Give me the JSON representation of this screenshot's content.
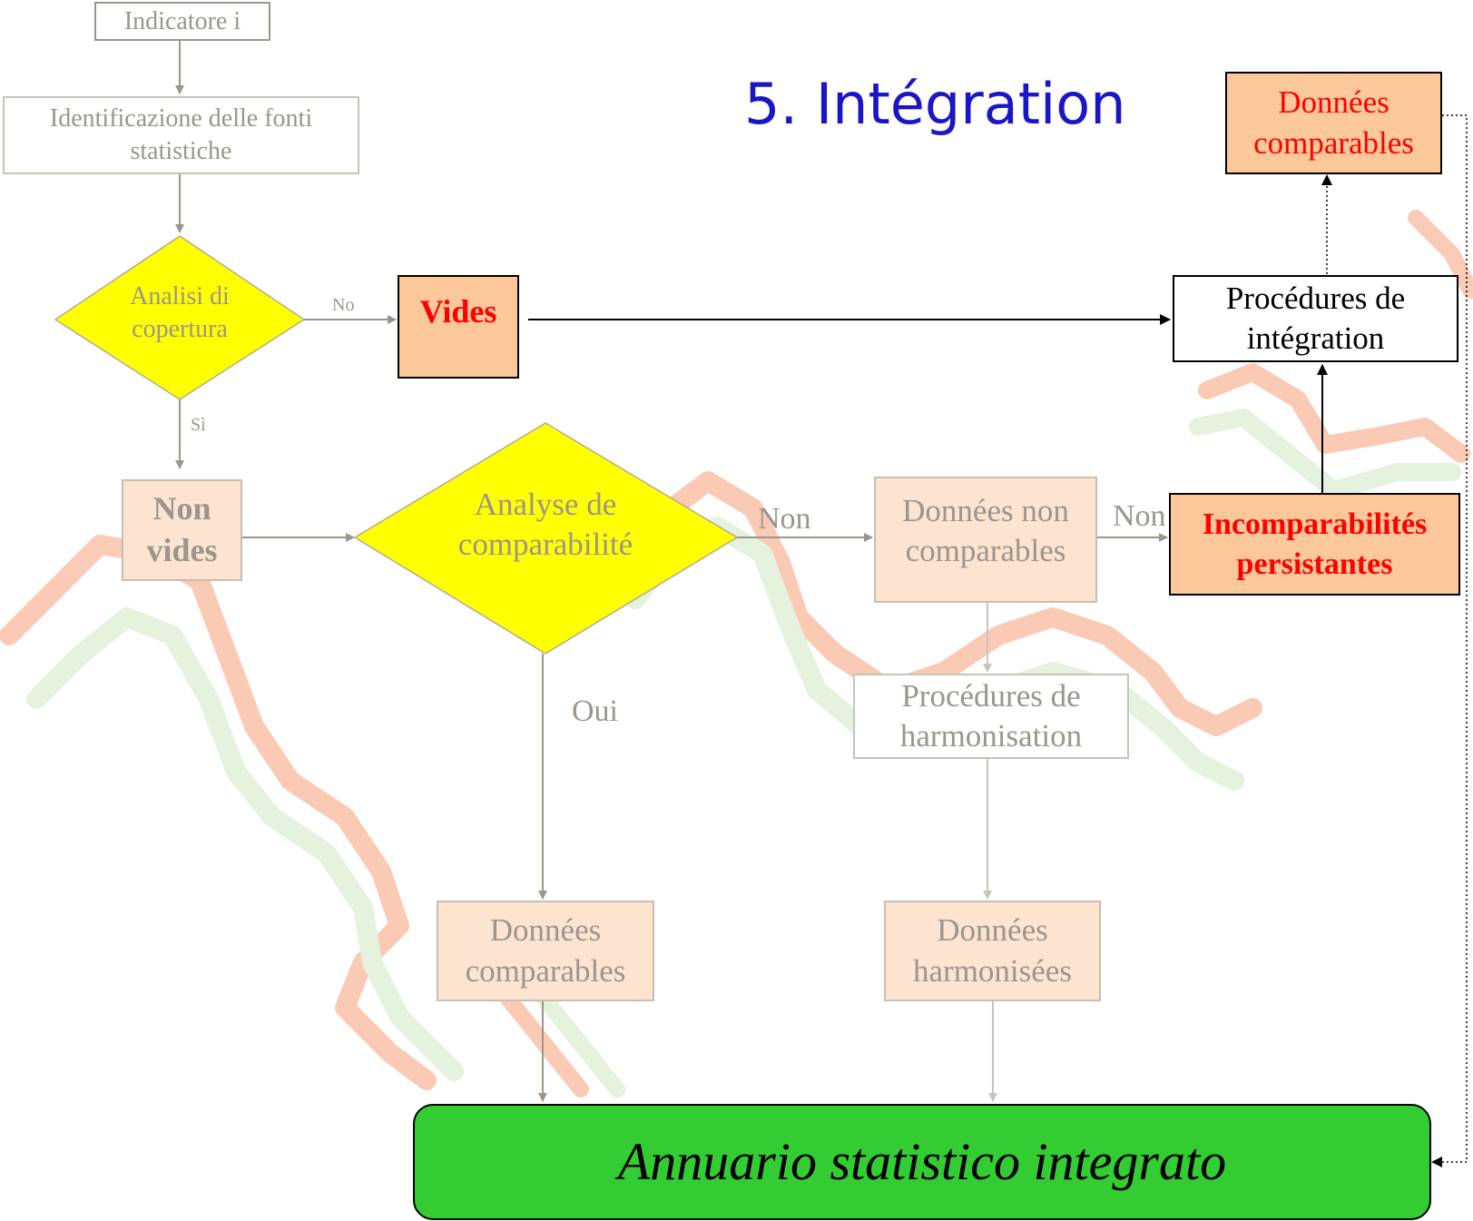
{
  "title": "5. Intégration",
  "nodes": {
    "indicatore": "Indicatore i",
    "identificazione": "Identificazione delle fonti statistiche",
    "analisi": "Analisi di copertura",
    "vides": "Vides",
    "non_vides": "Non vides",
    "analyse": "Analyse de comparabilité",
    "donnees_non": "Données non comparables",
    "incomparabilites": "Incomparabilités persistantes",
    "procedures_integration": "Procédures de intégration",
    "donnees_comparables_top": "Données comparables",
    "procedures_harmonisation": "Procédures de harmonisation",
    "donnees_comparables_bottom": "Données comparables",
    "donnees_harmonisees": "Données harmonisées",
    "annuario": "Annuario statistico integrato"
  },
  "edge_labels": {
    "no": "No",
    "si": "Sì",
    "non_1": "Non",
    "non_2": "Non",
    "oui": "Oui"
  },
  "colors": {
    "title": "#1a16c8",
    "diamond_fill": "#ffff00",
    "peach_fill": "#fcc89a",
    "faded_peach": "#fde4d0",
    "red_text": "#ff0000",
    "green_fill": "#33cc33",
    "faded_text": "#9b958d"
  }
}
